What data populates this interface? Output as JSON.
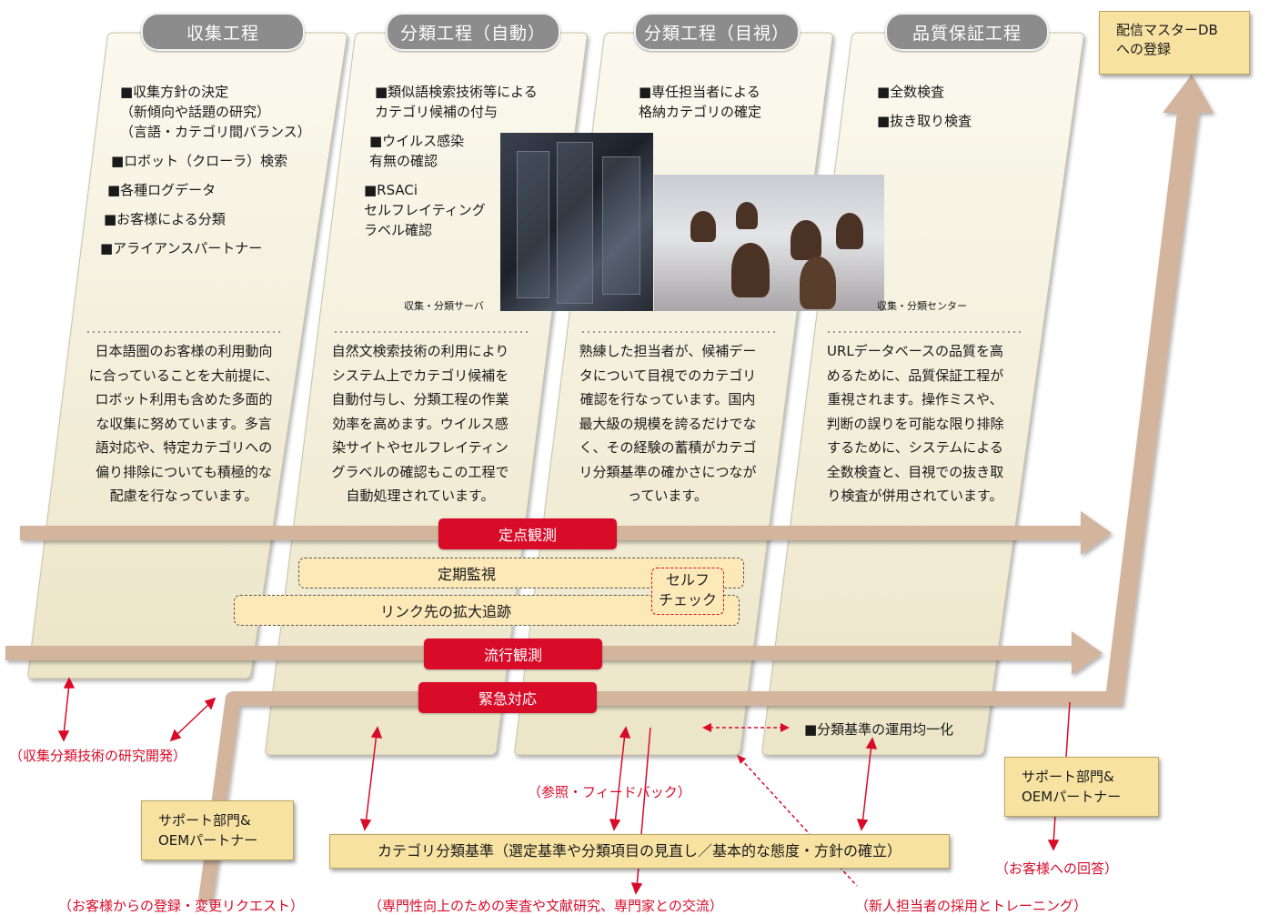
{
  "stages": [
    {
      "title": "収集工程",
      "items": [
        "■収集方針の決定\n（新傾向や話題の研究）\n（言語・カテゴリ間バランス）",
        "■ロボット（クローラ）検索",
        "■各種ログデータ",
        "■お客様による分類",
        "■アライアンスパートナー"
      ],
      "description": "日本語圏のお客様の利用動向\nに合っていることを大前提に、\nロボット利用も含めた多面的\nな収集に努めています。多言\n語対応や、特定カテゴリへの\n偏り排除についても積極的な\n配慮を行なっています。"
    },
    {
      "title": "分類工程（自動）",
      "items": [
        "■類似語検索技術等による\nカテゴリ候補の付与",
        "■ウイルス感染\n有無の確認",
        "■RSACi\nセルフレイティング\nラベル確認"
      ],
      "photo_label": "収集・分類サーバ",
      "description": "自然文検索技術の利用により\nシステム上でカテゴリ候補を\n自動付与し、分類工程の作業\n効率を高めます。ウイルス感\n染サイトやセルフレイティン\nグラベルの確認もこの工程で\n自動処理されています。"
    },
    {
      "title": "分類工程（目視）",
      "items": [
        "■専任担当者による\n格納カテゴリの確定"
      ],
      "photo_label": "収集・分類センター",
      "description": "熟練した担当者が、候補デー\nタについて目視でのカテゴリ\n確認を行なっています。国内\n最大級の規模を誇るだけでな\nく、その経験の蓄積がカテゴ\nリ分類基準の確かさにつなが\nっています。"
    },
    {
      "title": "品質保証工程",
      "items": [
        "■全数検査",
        "■抜き取り検査"
      ],
      "description": "URLデータベースの品質を高\nめるために、品質保証工程が\n重視されます。操作ミスや、\n判断の誤りを可能な限り排除\nするために、システムによる\n全数検査と、目視での抜き取\nり検査が併用されています。"
    }
  ],
  "final_box": "配信マスターDB\nへの登録",
  "flows": {
    "fixed_point": "定点観測",
    "trend": "流行観測",
    "emergency": "緊急対応"
  },
  "monitor": {
    "periodic": "定期監視",
    "link_tracking": "リンク先の拡大追跡",
    "self_check": "セルフ\nチェック"
  },
  "support_left": "サポート部門&\nOEMパートナー",
  "support_right": "サポート部門&\nOEMパートナー",
  "criteria_box": "カテゴリ分類基準（選定基準や分類項目の見直し／基本的な態度・方針の確立）",
  "uniform_note": "■分類基準の運用均一化",
  "red_notes": {
    "research": "（収集分類技術の研究開発）",
    "feedback": "（参照・フィードバック）",
    "customer_request": "（お客様からの登録・変更リクエスト）",
    "expertise": "（専門性向上のための実査や文献研究、専門家との交流）",
    "training": "（新人担当者の採用とトレーニング）",
    "answer": "（お客様への回答）"
  },
  "colors": {
    "arrow": "#d3b49d",
    "red": "#d80b28",
    "panel": "#f7f3e2",
    "yellow": "#f7e2a1"
  }
}
